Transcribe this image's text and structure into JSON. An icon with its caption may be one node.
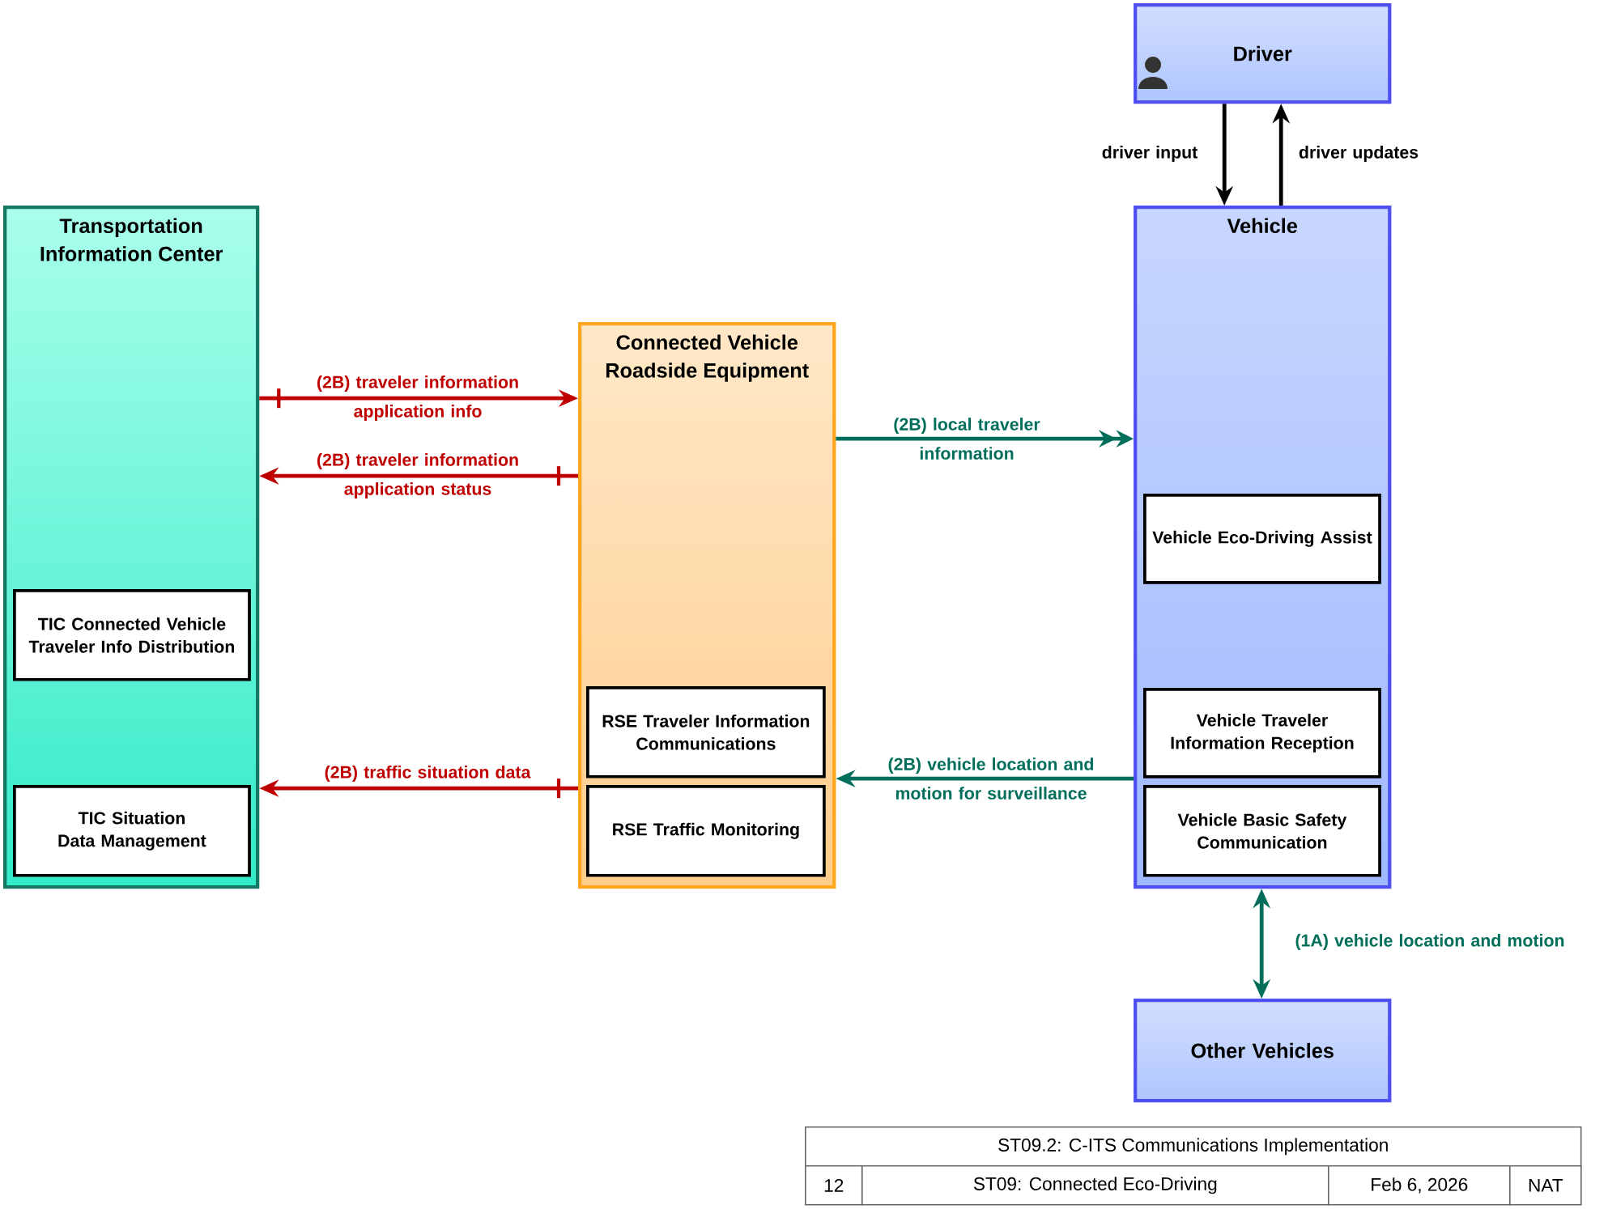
{
  "diagram": {
    "nodes": [
      {
        "text": [
          "Transportation Information Center"
        ]
      },
      {
        "text": [
          "TIC Connected Vehicle Traveler Info Distribution"
        ],
        "in": 0
      },
      {
        "text": [
          "TIC Situation Data Management"
        ],
        "in": 0
      },
      {
        "text": [
          "Connected Vehicle Roadside Equipment"
        ]
      },
      {
        "text": [
          "RSE Traveler Information Communications"
        ],
        "in": 3
      },
      {
        "text": [
          "RSE Traffic Monitoring"
        ],
        "in": 3
      },
      {
        "text": [
          "Driver"
        ]
      },
      {
        "text": [
          "Vehicle"
        ]
      },
      {
        "text": [
          "Vehicle Eco-Driving Assist"
        ],
        "in": 7
      },
      {
        "text": [
          "Vehicle Traveler Information Reception"
        ],
        "in": 7
      },
      {
        "text": [
          "Vehicle Basic Safety Communication"
        ],
        "in": 7
      },
      {
        "text": [
          "Other Vehicles"
        ]
      }
    ],
    "edges": [
      {
        "from": 0,
        "to": 3,
        "arrow": "to",
        "label": "(2B) traveler information application info",
        "color": "#c00000"
      },
      {
        "from": 3,
        "to": 0,
        "arrow": "to",
        "label": "(2B) traveler information application status",
        "color": "#c00000"
      },
      {
        "from": 3,
        "to": 0,
        "arrow": "to",
        "label": "(2B) traffic situation data",
        "color": "#c00000"
      },
      {
        "from": 3,
        "to": 7,
        "arrow": "to",
        "label": "(2B) local traveler information",
        "color": "#006e5a"
      },
      {
        "from": 7,
        "to": 3,
        "arrow": "to",
        "label": "(2B) vehicle location and motion for surveillance",
        "color": "#006e5a"
      },
      {
        "from": 6,
        "to": 7,
        "arrow": "to",
        "label": "driver input",
        "color": "#000000"
      },
      {
        "from": 7,
        "to": 6,
        "arrow": "to",
        "label": "driver updates",
        "color": "#000000"
      },
      {
        "from": 7,
        "to": 11,
        "arrow": "both",
        "label": "(1A) vehicle location and motion",
        "color": "#006e5a"
      }
    ],
    "labels": [
      "ST09.2: C-ITS Communications Implementation",
      "12",
      "ST09: Connected Eco-Driving",
      "Feb 6, 2026",
      "NAT"
    ]
  }
}
